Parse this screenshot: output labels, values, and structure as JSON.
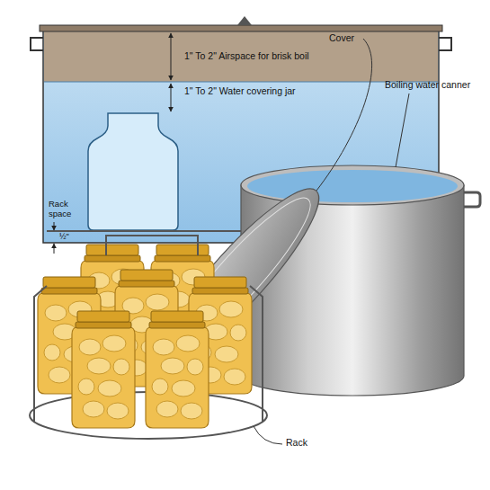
{
  "diagram": {
    "labels": [
      "1\" To 2\" Airspace for brisk boil",
      "1\" To 2\" Water covering jar",
      "Cover",
      "Boiling water canner",
      "Rack space",
      "½\"",
      "Rack"
    ]
  }
}
